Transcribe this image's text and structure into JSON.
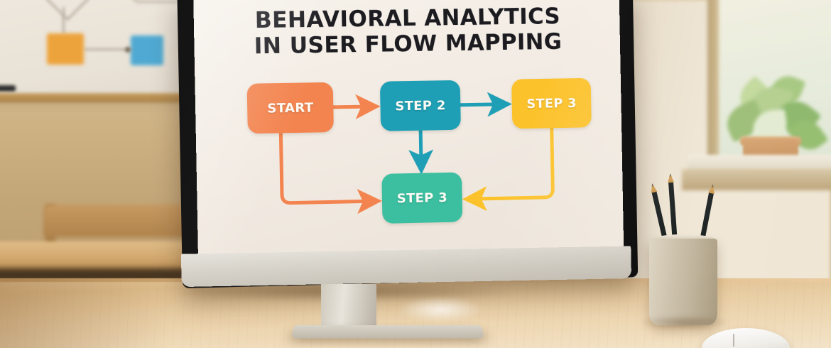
{
  "scene": {
    "description": "office-desk-with-monitor",
    "surfaces": {
      "wall_color": "#cdb183",
      "desk_color": "#e9cfa6",
      "monitor_bezel_color": "#161616",
      "monitor_chin_color": "#d6d2c9"
    }
  },
  "slide": {
    "background_color": "#f2ebe3",
    "title_line1": "BEHAVIORAL ANALYTICS",
    "title_line2": "IN USER FLOW MAPPING",
    "title_color": "#1b1b20"
  },
  "diagram": {
    "type": "flow-chart",
    "nodes": [
      {
        "id": "start",
        "label": "START",
        "color": "#f3844f",
        "text_color": "#fdfbf6"
      },
      {
        "id": "step2",
        "label": "STEP 2",
        "color": "#1f9fb5",
        "text_color": "#fdfbf6"
      },
      {
        "id": "step3a",
        "label": "STEP 3",
        "color": "#fcc22b",
        "text_color": "#fdfbf6"
      },
      {
        "id": "step3b",
        "label": "STEP 3",
        "color": "#3bbfa0",
        "text_color": "#fdfbf6"
      }
    ],
    "connectors": [
      {
        "id": "start-to-step2",
        "from": "start",
        "to": "step2",
        "color": "#f3844f",
        "shape": "straight-right"
      },
      {
        "id": "step2-to-step3a",
        "from": "step2",
        "to": "step3a",
        "color": "#1f9fb5",
        "shape": "straight-right"
      },
      {
        "id": "step2-to-step3b",
        "from": "step2",
        "to": "step3b",
        "color": "#1f9fb5",
        "shape": "straight-down"
      },
      {
        "id": "start-to-step3b",
        "from": "start",
        "to": "step3b",
        "color": "#f3844f",
        "shape": "down-then-right"
      },
      {
        "id": "step3a-to-step3b",
        "from": "step3a",
        "to": "step3b",
        "color": "#fcc22b",
        "shape": "down-then-left"
      }
    ]
  },
  "desk_items": {
    "pencil_cup": {
      "name": "ceramic-pencil-cup",
      "color": "#cfc5b0",
      "pencil_count": 3,
      "pencil_color": "#222827"
    },
    "mouse": {
      "name": "computer-mouse",
      "color": "#f7f5f0"
    },
    "plant": {
      "name": "potted-plant",
      "pot_color": "#c79460",
      "foliage_color": "#a8c983"
    }
  },
  "background_items": {
    "whiteboard": {
      "name": "whiteboard",
      "color": "#e9e2d6",
      "sticky_note_colors": [
        "#eda33b",
        "#4fa9d2"
      ]
    },
    "chair": {
      "name": "wooden-chair",
      "color": "#b0834c"
    },
    "window": {
      "name": "window",
      "frame_color": "#c4ab80"
    }
  }
}
